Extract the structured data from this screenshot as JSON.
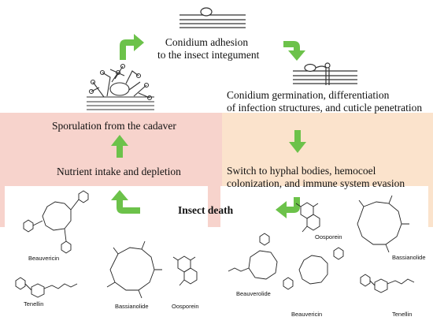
{
  "stages": {
    "adhesion": {
      "line1": "Conidium adhesion",
      "line2": "to the insect integument"
    },
    "germination": {
      "line1": "Conidium germination, differentiation",
      "line2": "of infection structures, and cuticle penetration"
    },
    "sporulation": "Sporulation from the cadaver",
    "nutrient": "Nutrient intake and depletion",
    "hyphal": {
      "line1": "Switch to hyphal bodies, hemocoel",
      "line2": "colonization, and immune system evasion"
    },
    "death": "Insect death"
  },
  "compounds_left": [
    "Beauvericin",
    "Tenellin",
    "Bassianolide",
    "Oosporein"
  ],
  "compounds_right": [
    "Oosporein",
    "Bassianolide",
    "Beauverolide",
    "Beauvericin",
    "Tenellin"
  ],
  "colors": {
    "arrow": "#6cc24a",
    "left_region": "#f7d3cc",
    "right_region": "#fbe3cc"
  }
}
